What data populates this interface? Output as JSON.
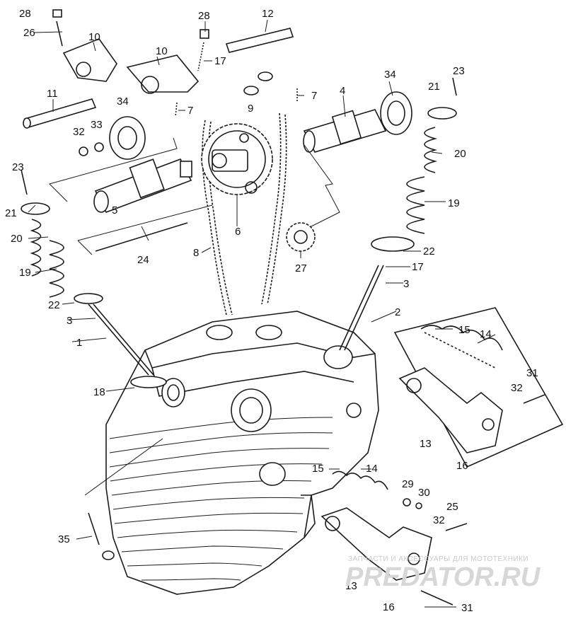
{
  "callouts": [
    {
      "id": "c28a",
      "text": "28"
    },
    {
      "id": "c26",
      "text": "26"
    },
    {
      "id": "c10a",
      "text": "10"
    },
    {
      "id": "c28b",
      "text": "28"
    },
    {
      "id": "c12",
      "text": "12"
    },
    {
      "id": "c10b",
      "text": "10"
    },
    {
      "id": "c17a",
      "text": "17"
    },
    {
      "id": "c11",
      "text": "11"
    },
    {
      "id": "c34a",
      "text": "34"
    },
    {
      "id": "c7a",
      "text": "7"
    },
    {
      "id": "c9",
      "text": "9"
    },
    {
      "id": "c7b",
      "text": "7"
    },
    {
      "id": "c4",
      "text": "4"
    },
    {
      "id": "c34b",
      "text": "34"
    },
    {
      "id": "c21a",
      "text": "21"
    },
    {
      "id": "c23a",
      "text": "23"
    },
    {
      "id": "c32a",
      "text": "32"
    },
    {
      "id": "c33",
      "text": "33"
    },
    {
      "id": "c20a",
      "text": "20"
    },
    {
      "id": "c23b",
      "text": "23"
    },
    {
      "id": "c21b",
      "text": "21"
    },
    {
      "id": "c5",
      "text": "5"
    },
    {
      "id": "c19a",
      "text": "19"
    },
    {
      "id": "c6",
      "text": "6"
    },
    {
      "id": "c20b",
      "text": "20"
    },
    {
      "id": "c24",
      "text": "24"
    },
    {
      "id": "c8",
      "text": "8"
    },
    {
      "id": "c27",
      "text": "27"
    },
    {
      "id": "c22a",
      "text": "22"
    },
    {
      "id": "c17b",
      "text": "17"
    },
    {
      "id": "c19b",
      "text": "19"
    },
    {
      "id": "c3a",
      "text": "3"
    },
    {
      "id": "c22b",
      "text": "22"
    },
    {
      "id": "c3b",
      "text": "3"
    },
    {
      "id": "c2",
      "text": "2"
    },
    {
      "id": "c15a",
      "text": "15"
    },
    {
      "id": "c14a",
      "text": "14"
    },
    {
      "id": "c1",
      "text": "1"
    },
    {
      "id": "c31a",
      "text": "31"
    },
    {
      "id": "c18",
      "text": "18"
    },
    {
      "id": "c32b",
      "text": "32"
    },
    {
      "id": "c13a",
      "text": "13"
    },
    {
      "id": "c16a",
      "text": "16"
    },
    {
      "id": "c15b",
      "text": "15"
    },
    {
      "id": "c14b",
      "text": "14"
    },
    {
      "id": "c29",
      "text": "29"
    },
    {
      "id": "c30",
      "text": "30"
    },
    {
      "id": "c25",
      "text": "25"
    },
    {
      "id": "c35",
      "text": "35"
    },
    {
      "id": "c32c",
      "text": "32"
    },
    {
      "id": "c13b",
      "text": "13"
    },
    {
      "id": "c16b",
      "text": "16"
    },
    {
      "id": "c31b",
      "text": "31"
    }
  ],
  "watermark": {
    "tagline": "ЗАПЧАСТИ И АКСЕССУАРЫ ДЛЯ МОТОТЕХНИКИ",
    "logo": "PREDATOR.RU"
  }
}
